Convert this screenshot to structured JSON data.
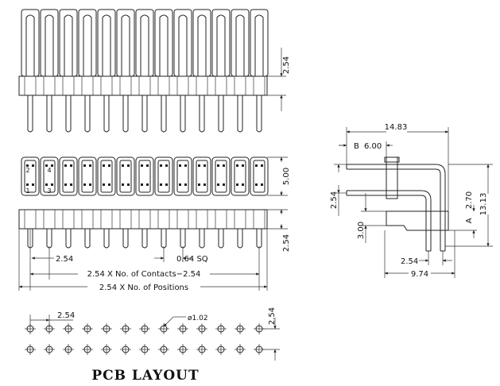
{
  "top_view": {
    "pitch_label": "2.54"
  },
  "front_view": {
    "height_label": "5.00",
    "pin_length_label": "2.54",
    "pin_marks": [
      "2",
      "4",
      "1",
      "3"
    ],
    "pitch_label": "2.54",
    "pin_size_label": "0.64 SQ",
    "contacts_label": "2.54 X No. of Contacts−2.54",
    "positions_label": "2.54 X No. of Positions"
  },
  "pcb_layout": {
    "pitch_label": "2.54",
    "row_pitch_label": "2.54",
    "hole_label": "ø1.02",
    "title": "PCB LAYOUT"
  },
  "side_view": {
    "overall_width_label": "14.83",
    "b_label": "B",
    "b_value": "6.00",
    "pitch_label": "2.54",
    "a_label": "A",
    "a_value": "2.70",
    "height_label": "13.13",
    "offset_label": "3.00",
    "bottom_pitch_label": "2.54",
    "bottom_width_label": "9.74"
  },
  "counts": {
    "positions_per_row": 13
  }
}
